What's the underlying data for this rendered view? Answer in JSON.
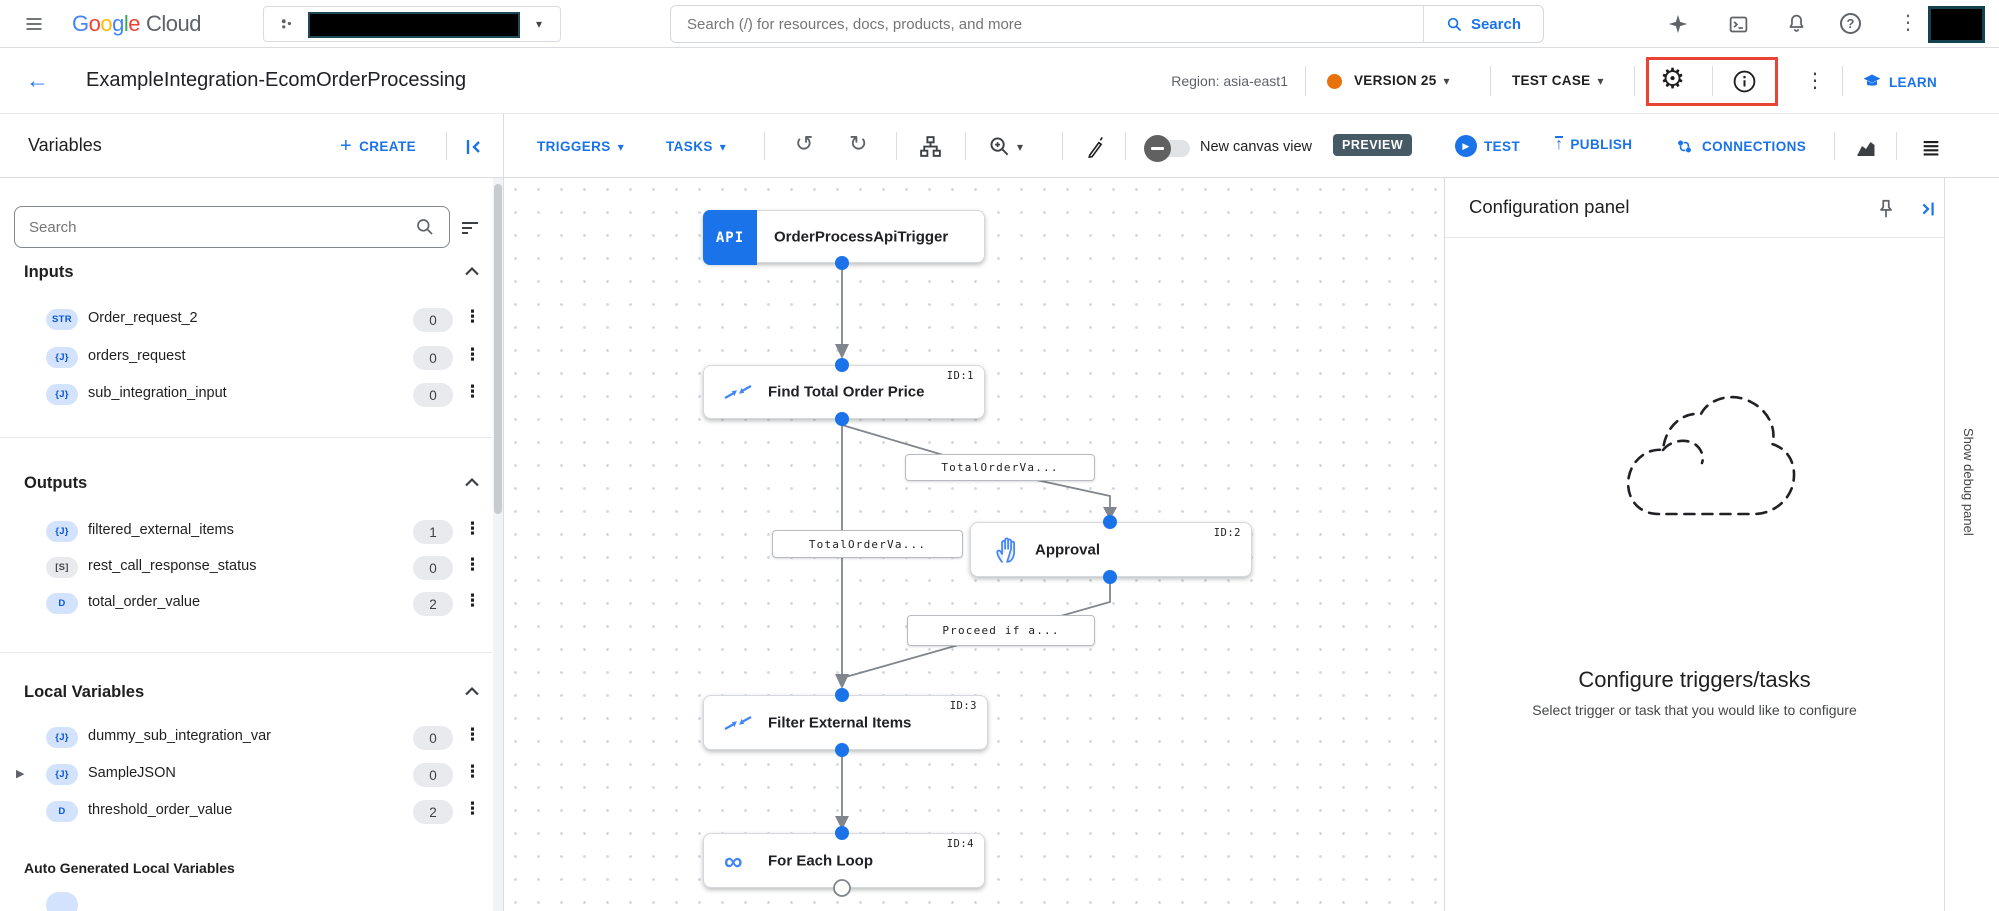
{
  "colors": {
    "primary_blue": "#1a73e8",
    "icon_gray": "#5f6368",
    "version_dot_orange": "#e8710a",
    "preview_badge_bg": "#455a64",
    "highlight_red": "#ea4335",
    "node_icon_blue": "#4285f4"
  },
  "icons": {
    "dropdown": "▾",
    "more_vert": "⋮",
    "back": "←",
    "plus": "+",
    "undo": "↺",
    "redo": "↻",
    "infinity": "∞",
    "play": "▶",
    "publish_arrow": "↑",
    "gear": "⚙",
    "question": "?",
    "expander": "▶"
  },
  "topbar": {
    "logo": {
      "letters": [
        {
          "ch": "G"
        },
        {
          "ch": "o"
        },
        {
          "ch": "o"
        },
        {
          "ch": "g"
        },
        {
          "ch": "l"
        },
        {
          "ch": "e"
        }
      ],
      "cloud": "Cloud"
    },
    "search_placeholder": "Search (/) for resources, docs, products, and more",
    "search_button": "Search"
  },
  "titlebar": {
    "title": "ExampleIntegration-EcomOrderProcessing",
    "region_label": "Region: asia-east1",
    "version_label": "VERSION 25",
    "test_case_label": "TEST CASE",
    "learn_label": "LEARN"
  },
  "toolbar": {
    "panel_title": "Variables",
    "create_label": "CREATE",
    "triggers_label": "TRIGGERS",
    "tasks_label": "TASKS",
    "new_canvas_label": "New canvas view",
    "preview_badge": "PREVIEW",
    "test_label": "TEST",
    "publish_label": "PUBLISH",
    "connections_label": "CONNECTIONS"
  },
  "sidebar": {
    "search_placeholder": "Search",
    "sections": [
      {
        "title": "Inputs",
        "items": [
          {
            "type": "STR",
            "name": "Order_request_2",
            "count": "0"
          },
          {
            "type": "{J}",
            "name": "orders_request",
            "count": "0"
          },
          {
            "type": "{J}",
            "name": "sub_integration_input",
            "count": "0"
          }
        ]
      },
      {
        "title": "Outputs",
        "items": [
          {
            "type": "{J}",
            "name": "filtered_external_items",
            "count": "1"
          },
          {
            "type": "[S]",
            "name": "rest_call_response_status",
            "count": "0"
          },
          {
            "type": "D",
            "name": "total_order_value",
            "count": "2"
          }
        ]
      },
      {
        "title": "Local Variables",
        "items": [
          {
            "type": "{J}",
            "name": "dummy_sub_integration_var",
            "count": "0"
          },
          {
            "type": "{J}",
            "name": "SampleJSON",
            "count": "0"
          },
          {
            "type": "D",
            "name": "threshold_order_value",
            "count": "2"
          }
        ]
      }
    ],
    "footer_title": "Auto Generated Local Variables"
  },
  "canvas": {
    "nodes": [
      {
        "badge": "API",
        "title": "OrderProcessApiTrigger",
        "id": ""
      },
      {
        "title": "Find Total Order Price",
        "id": "ID:1"
      },
      {
        "title": "Approval",
        "id": "ID:2"
      },
      {
        "title": "Filter External Items",
        "id": "ID:3"
      },
      {
        "title": "For Each Loop",
        "id": "ID:4"
      }
    ],
    "edge_labels": [
      "TotalOrderVa...",
      "TotalOrderVa...",
      "Proceed if a..."
    ]
  },
  "config_panel": {
    "title": "Configuration panel",
    "heading": "Configure triggers/tasks",
    "subheading": "Select trigger or task that you would like to configure"
  },
  "debug": {
    "label": "Show debug panel"
  }
}
